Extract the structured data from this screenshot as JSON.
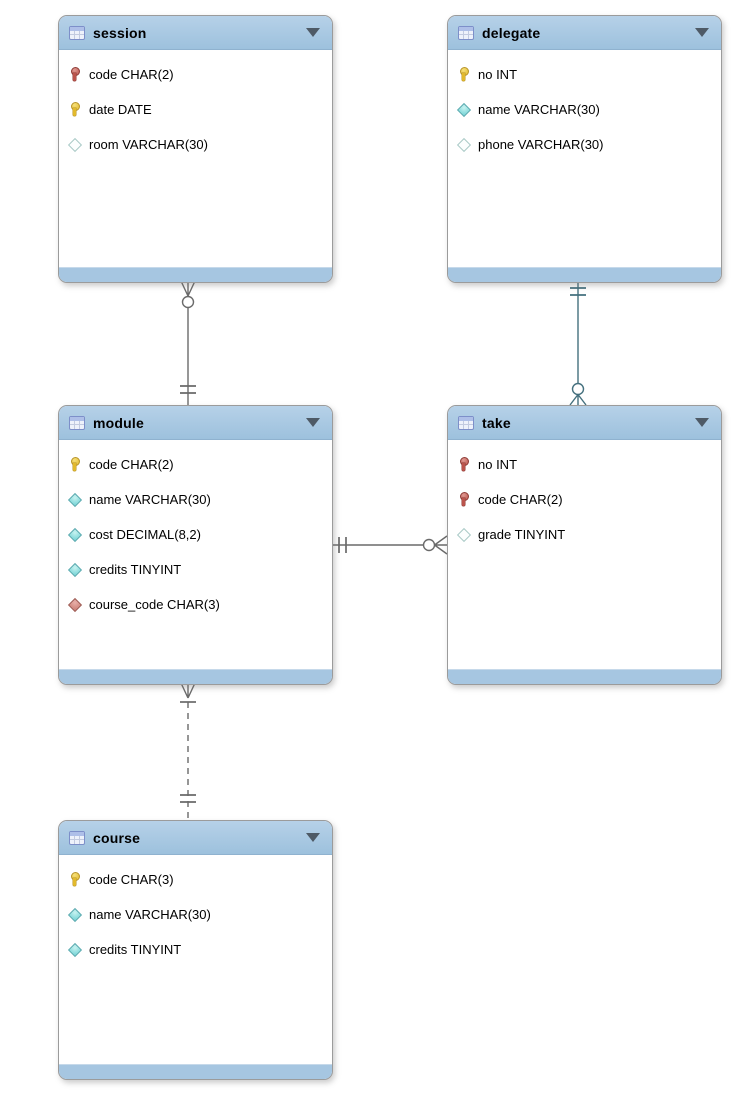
{
  "diagram": {
    "type": "eer-database-diagram",
    "colors": {
      "table_header": "#a6c6e1",
      "table_border": "#9b9b9b",
      "relationship_line": "#6a6a6a",
      "relationship_line_highlight": "#44707e",
      "key_yellow": "#e2b92c",
      "key_red": "#bb544c",
      "diamond_cyan": "#6fd2d4",
      "diamond_red": "#c97b71"
    },
    "tables": [
      {
        "name": "session",
        "columns": [
          {
            "icon": "key-red",
            "text": "code CHAR(2)"
          },
          {
            "icon": "key-yellow",
            "text": "date DATE"
          },
          {
            "icon": "diamond-hollow",
            "text": "room VARCHAR(30)"
          }
        ]
      },
      {
        "name": "delegate",
        "columns": [
          {
            "icon": "key-yellow",
            "text": "no INT"
          },
          {
            "icon": "diamond-filled",
            "text": "name VARCHAR(30)"
          },
          {
            "icon": "diamond-hollow",
            "text": "phone VARCHAR(30)"
          }
        ]
      },
      {
        "name": "module",
        "columns": [
          {
            "icon": "key-yellow",
            "text": "code CHAR(2)"
          },
          {
            "icon": "diamond-filled",
            "text": "name VARCHAR(30)"
          },
          {
            "icon": "diamond-filled",
            "text": "cost DECIMAL(8,2)"
          },
          {
            "icon": "diamond-filled",
            "text": "credits TINYINT"
          },
          {
            "icon": "diamond-red",
            "text": "course_code CHAR(3)"
          }
        ]
      },
      {
        "name": "take",
        "columns": [
          {
            "icon": "key-red",
            "text": "no INT"
          },
          {
            "icon": "key-red",
            "text": "code CHAR(2)"
          },
          {
            "icon": "diamond-hollow",
            "text": "grade TINYINT"
          }
        ]
      },
      {
        "name": "course",
        "columns": [
          {
            "icon": "key-yellow",
            "text": "code CHAR(3)"
          },
          {
            "icon": "diamond-filled",
            "text": "name VARCHAR(30)"
          },
          {
            "icon": "diamond-filled",
            "text": "credits TINYINT"
          }
        ]
      }
    ],
    "relationships": [
      {
        "table_a": "session",
        "card_a": "0..N",
        "table_b": "module",
        "card_b": "1",
        "line": "solid"
      },
      {
        "table_a": "take",
        "card_a": "0..N",
        "table_b": "delegate",
        "card_b": "1",
        "line": "solid"
      },
      {
        "table_a": "take",
        "card_a": "0..N",
        "table_b": "module",
        "card_b": "1",
        "line": "solid"
      },
      {
        "table_a": "module",
        "card_a": "1..N",
        "table_b": "course",
        "card_b": "1",
        "line": "dashed"
      }
    ]
  }
}
